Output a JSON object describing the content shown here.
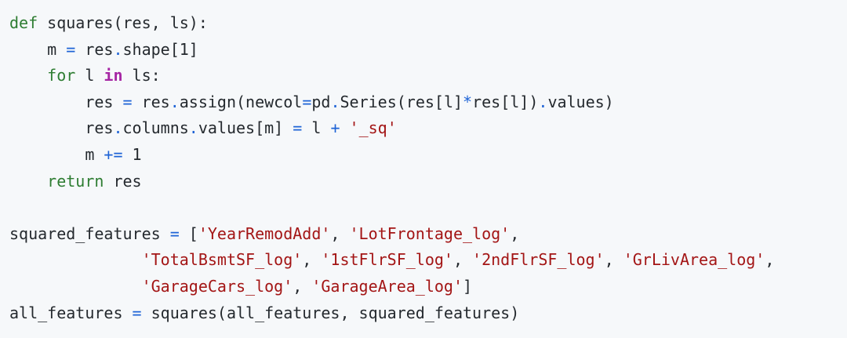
{
  "code": {
    "lines": [
      [
        {
          "t": "def",
          "c": "kw"
        },
        {
          "t": " squares(res, ls):",
          "c": "id"
        }
      ],
      [
        {
          "t": "    m ",
          "c": "id"
        },
        {
          "t": "=",
          "c": "op"
        },
        {
          "t": " res",
          "c": "id"
        },
        {
          "t": ".",
          "c": "op"
        },
        {
          "t": "shape[1]",
          "c": "id"
        }
      ],
      [
        {
          "t": "    ",
          "c": "id"
        },
        {
          "t": "for",
          "c": "kw"
        },
        {
          "t": " l ",
          "c": "id"
        },
        {
          "t": "in",
          "c": "kw2"
        },
        {
          "t": " ls:",
          "c": "id"
        }
      ],
      [
        {
          "t": "        res ",
          "c": "id"
        },
        {
          "t": "=",
          "c": "op"
        },
        {
          "t": " res",
          "c": "id"
        },
        {
          "t": ".",
          "c": "op"
        },
        {
          "t": "assign(newcol",
          "c": "id"
        },
        {
          "t": "=",
          "c": "op"
        },
        {
          "t": "pd",
          "c": "id"
        },
        {
          "t": ".",
          "c": "op"
        },
        {
          "t": "Series(res[l]",
          "c": "id"
        },
        {
          "t": "*",
          "c": "op"
        },
        {
          "t": "res[l])",
          "c": "id"
        },
        {
          "t": ".",
          "c": "op"
        },
        {
          "t": "values)",
          "c": "id"
        }
      ],
      [
        {
          "t": "        res",
          "c": "id"
        },
        {
          "t": ".",
          "c": "op"
        },
        {
          "t": "columns",
          "c": "id"
        },
        {
          "t": ".",
          "c": "op"
        },
        {
          "t": "values[m] ",
          "c": "id"
        },
        {
          "t": "=",
          "c": "op"
        },
        {
          "t": " l ",
          "c": "id"
        },
        {
          "t": "+",
          "c": "op"
        },
        {
          "t": " ",
          "c": "id"
        },
        {
          "t": "'_sq'",
          "c": "str"
        }
      ],
      [
        {
          "t": "        m ",
          "c": "id"
        },
        {
          "t": "+=",
          "c": "op"
        },
        {
          "t": " 1",
          "c": "num"
        }
      ],
      [
        {
          "t": "    ",
          "c": "id"
        },
        {
          "t": "return",
          "c": "kw"
        },
        {
          "t": " res",
          "c": "id"
        }
      ],
      [],
      [
        {
          "t": "squared_features ",
          "c": "id"
        },
        {
          "t": "=",
          "c": "op"
        },
        {
          "t": " [",
          "c": "id"
        },
        {
          "t": "'YearRemodAdd'",
          "c": "str"
        },
        {
          "t": ", ",
          "c": "id"
        },
        {
          "t": "'LotFrontage_log'",
          "c": "str"
        },
        {
          "t": ",",
          "c": "id"
        }
      ],
      [
        {
          "t": "              ",
          "c": "id"
        },
        {
          "t": "'TotalBsmtSF_log'",
          "c": "str"
        },
        {
          "t": ", ",
          "c": "id"
        },
        {
          "t": "'1stFlrSF_log'",
          "c": "str"
        },
        {
          "t": ", ",
          "c": "id"
        },
        {
          "t": "'2ndFlrSF_log'",
          "c": "str"
        },
        {
          "t": ", ",
          "c": "id"
        },
        {
          "t": "'GrLivArea_log'",
          "c": "str"
        },
        {
          "t": ",",
          "c": "id"
        }
      ],
      [
        {
          "t": "              ",
          "c": "id"
        },
        {
          "t": "'GarageCars_log'",
          "c": "str"
        },
        {
          "t": ", ",
          "c": "id"
        },
        {
          "t": "'GarageArea_log'",
          "c": "str"
        },
        {
          "t": "]",
          "c": "id"
        }
      ],
      [
        {
          "t": "all_features ",
          "c": "id"
        },
        {
          "t": "=",
          "c": "op"
        },
        {
          "t": " squares(all_features, squared_features)",
          "c": "id"
        }
      ]
    ],
    "colors": {
      "background": "#f6f8fa",
      "keyword": "#2e7d32",
      "keyword_in": "#a626a4",
      "operator": "#1e63d6",
      "string": "#a31515",
      "text": "#24292e"
    }
  }
}
